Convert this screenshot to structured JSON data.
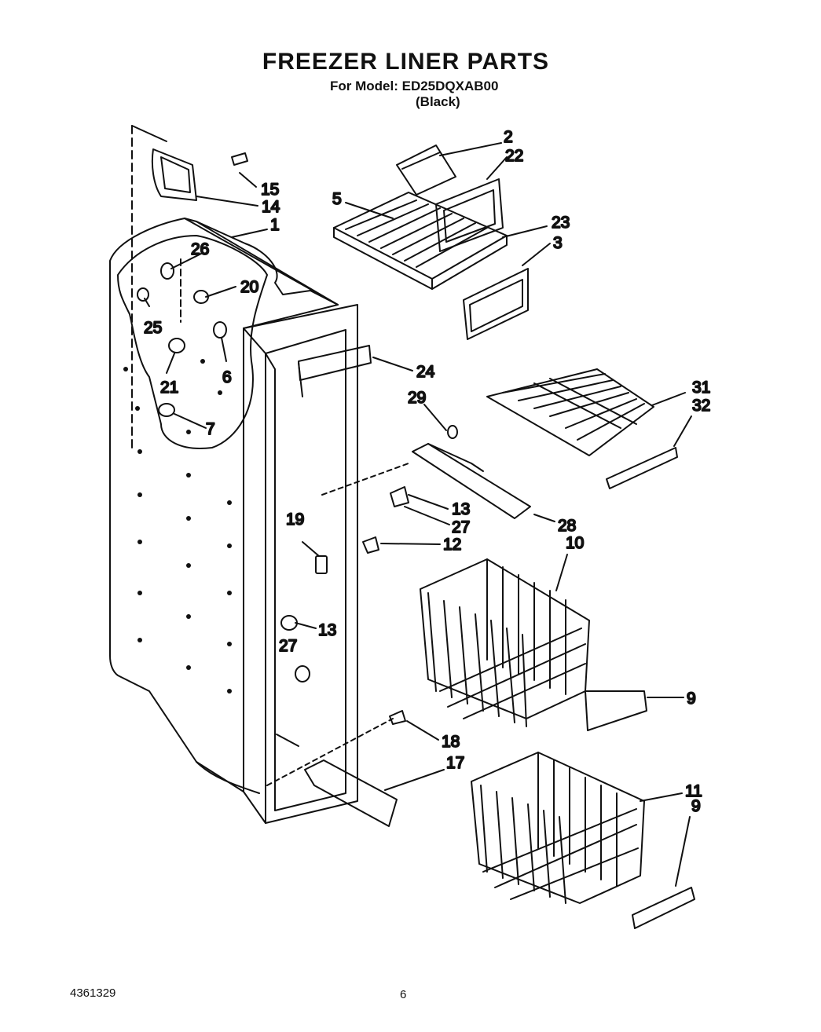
{
  "header": {
    "title": "FREEZER LINER PARTS",
    "model_line": "For Model: ED25DQXAB00",
    "color_line": "(Black)"
  },
  "footer": {
    "doc_number": "4361329",
    "page_number": "6"
  },
  "callouts": [
    "15",
    "14",
    "1",
    "26",
    "20",
    "25",
    "6",
    "21",
    "7",
    "2",
    "22",
    "5",
    "23",
    "3",
    "24",
    "29",
    "31",
    "32",
    "13",
    "27",
    "28",
    "12",
    "10",
    "19",
    "13",
    "27",
    "9",
    "18",
    "17",
    "11",
    "9"
  ]
}
